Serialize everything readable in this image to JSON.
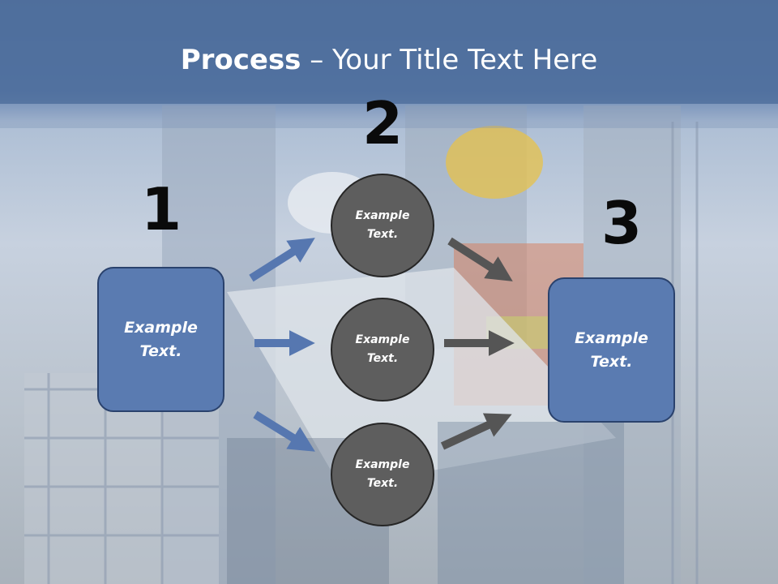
{
  "title": {
    "bold": "Process",
    "rest": " – Your Title Text Here"
  },
  "step_numbers": [
    "1",
    "2",
    "3"
  ],
  "left_box": {
    "label": "Example Text."
  },
  "right_box": {
    "label": "Example Text."
  },
  "circles": [
    {
      "label": "Example Text."
    },
    {
      "label": "Example Text."
    },
    {
      "label": "Example Text."
    }
  ],
  "colors": {
    "header": "#4f6f9c",
    "box_fill": "#5a7bb1",
    "circle_fill": "#5e5e5e",
    "arrow_blue": "#5677b0",
    "arrow_gray": "#555555"
  }
}
